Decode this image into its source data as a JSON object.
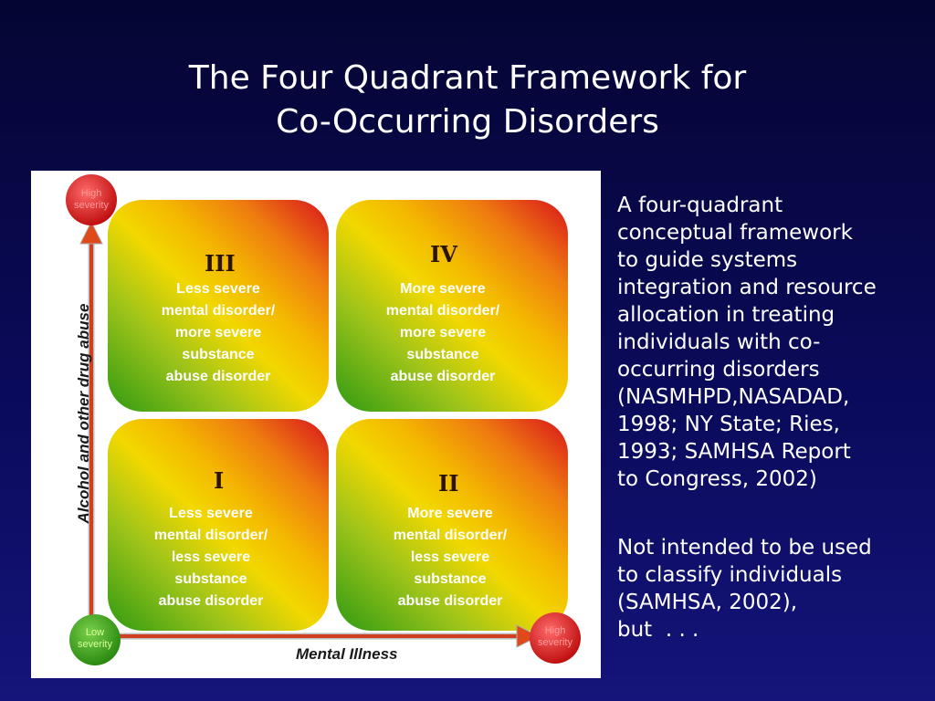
{
  "slide": {
    "title_lines": [
      "The Four Quadrant Framework for",
      "Co-Occurring Disorders"
    ]
  },
  "diagram": {
    "quadrants": [
      {
        "numeral": "I",
        "lines": [
          "Less severe",
          "mental disorder/",
          "less severe",
          "substance",
          "abuse disorder"
        ]
      },
      {
        "numeral": "II",
        "lines": [
          "More severe",
          "mental disorder/",
          "less severe",
          "substance",
          "abuse disorder"
        ]
      },
      {
        "numeral": "III",
        "lines": [
          "Less severe",
          "mental disorder/",
          "more severe",
          "substance",
          "abuse disorder"
        ]
      },
      {
        "numeral": "IV",
        "lines": [
          "More severe",
          "mental disorder/",
          "more severe",
          "substance",
          "abuse disorder"
        ]
      }
    ],
    "x_axis_label": "Mental Illness",
    "y_axis_label": "Alcohol and other drug abuse",
    "severity_labels": {
      "top": [
        "High",
        "severity"
      ],
      "origin": [
        "Low",
        "severity"
      ],
      "right": [
        "High",
        "severity"
      ]
    },
    "colors": {
      "high": "#d81e1e",
      "low": "#3a9a18",
      "mid": "#f0c000",
      "arrow": "#d03a1a"
    }
  },
  "side_text": {
    "paragraph1_lines": [
      "A four-quadrant",
      "conceptual framework",
      "to guide systems",
      "integration and resource",
      "allocation in treating",
      "individuals with co-",
      "occurring disorders",
      "(NASMHPD,NASADAD,",
      "1998; NY State; Ries,",
      "1993; SAMHSA Report",
      "to Congress, 2002)"
    ],
    "paragraph2_lines": [
      "Not intended to be used",
      "to classify individuals",
      "(SAMHSA, 2002),",
      "but  . . ."
    ]
  }
}
